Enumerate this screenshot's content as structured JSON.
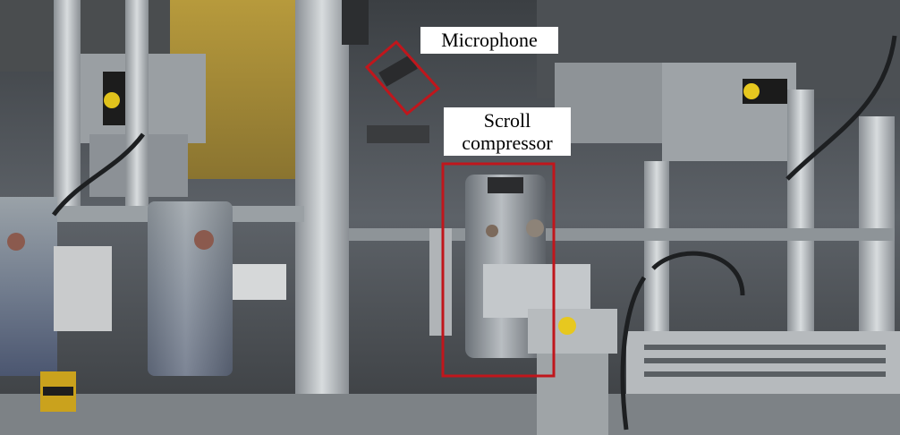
{
  "labels": {
    "microphone": "Microphone",
    "scroll_line1": "Scroll",
    "scroll_line2": "compressor"
  },
  "colors": {
    "highlight_box": "#c0161c",
    "label_bg": "#ffffff",
    "label_text": "#000000"
  }
}
